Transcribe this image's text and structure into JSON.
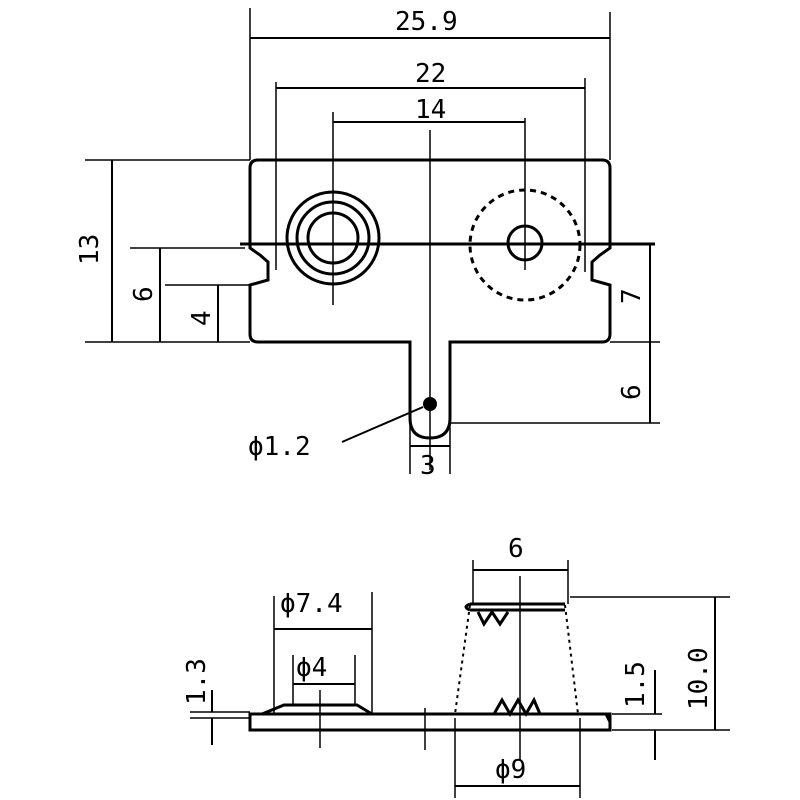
{
  "dimensions": {
    "width_overall": "25.9",
    "hole_span": "22",
    "hole_pitch": "14",
    "height": "13",
    "notch_upper": "6",
    "notch_lower": "4",
    "right_upper": "7",
    "right_lower": "6",
    "tab_hole": "ϕ1.2",
    "tab_width": "3",
    "top_width": "6",
    "outer_dia": "ϕ7.4",
    "inner_dia": "ϕ4",
    "plate_thk": "1.3",
    "spring_h": "10.0",
    "base_thk": "1.5",
    "base_dia": "ϕ9"
  }
}
